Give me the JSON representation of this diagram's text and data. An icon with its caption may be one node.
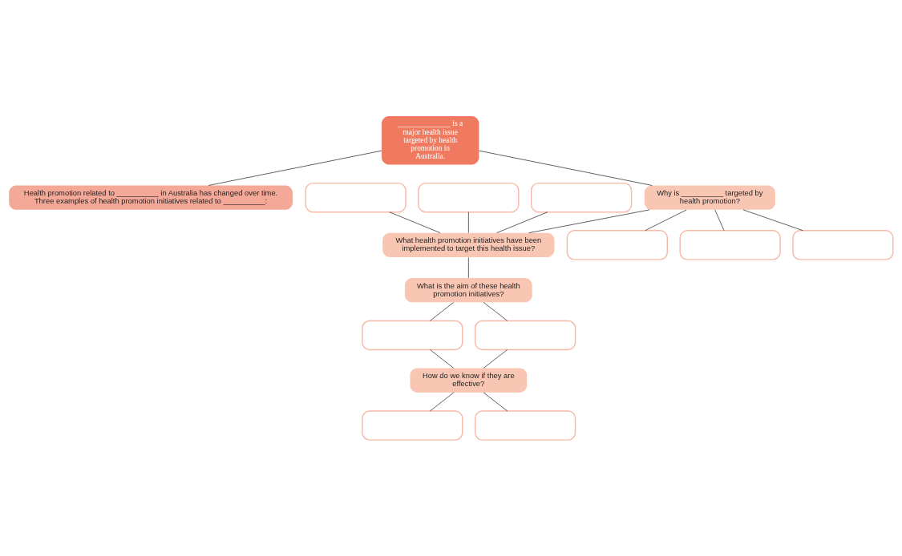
{
  "diagram": {
    "nodes": [
      {
        "text": [
          "______________ is a major health issue targeted by health promotion in Australia."
        ]
      },
      {
        "text": [
          "Health promotion related to __________ in Australia has changed over time. Three examples of health promotion initiatives related to __________:"
        ]
      },
      {
        "text": [],
        "shape": "box"
      },
      {
        "text": [],
        "shape": "box"
      },
      {
        "text": [],
        "shape": "box"
      },
      {
        "text": [
          "Why is __________ targeted by health promotion?"
        ]
      },
      {
        "text": [
          "What health promotion initiatives have been implemented to target this health issue?"
        ]
      },
      {
        "text": [],
        "shape": "box"
      },
      {
        "text": [],
        "shape": "box"
      },
      {
        "text": [],
        "shape": "box"
      },
      {
        "text": [
          "What is the aim of these health promotion initiatives?"
        ]
      },
      {
        "text": [],
        "shape": "box"
      },
      {
        "text": [],
        "shape": "box"
      },
      {
        "text": [
          "How do we know if they are effective?"
        ]
      },
      {
        "text": [],
        "shape": "box"
      },
      {
        "text": [],
        "shape": "box"
      }
    ],
    "edges": [
      {
        "from": 0,
        "to": 1,
        "arrow": "none"
      },
      {
        "from": 0,
        "to": 5,
        "arrow": "none"
      },
      {
        "from": 5,
        "to": 6,
        "arrow": "none"
      },
      {
        "from": 2,
        "to": 6,
        "arrow": "none"
      },
      {
        "from": 3,
        "to": 6,
        "arrow": "none"
      },
      {
        "from": 4,
        "to": 6,
        "arrow": "none"
      },
      {
        "from": 5,
        "to": 7,
        "arrow": "none"
      },
      {
        "from": 5,
        "to": 8,
        "arrow": "none"
      },
      {
        "from": 5,
        "to": 9,
        "arrow": "none"
      },
      {
        "from": 6,
        "to": 10,
        "arrow": "none"
      },
      {
        "from": 10,
        "to": 11,
        "arrow": "none"
      },
      {
        "from": 10,
        "to": 12,
        "arrow": "none"
      },
      {
        "from": 11,
        "to": 13,
        "arrow": "none"
      },
      {
        "from": 12,
        "to": 13,
        "arrow": "none"
      },
      {
        "from": 13,
        "to": 14,
        "arrow": "none"
      },
      {
        "from": 13,
        "to": 15,
        "arrow": "none"
      }
    ]
  }
}
